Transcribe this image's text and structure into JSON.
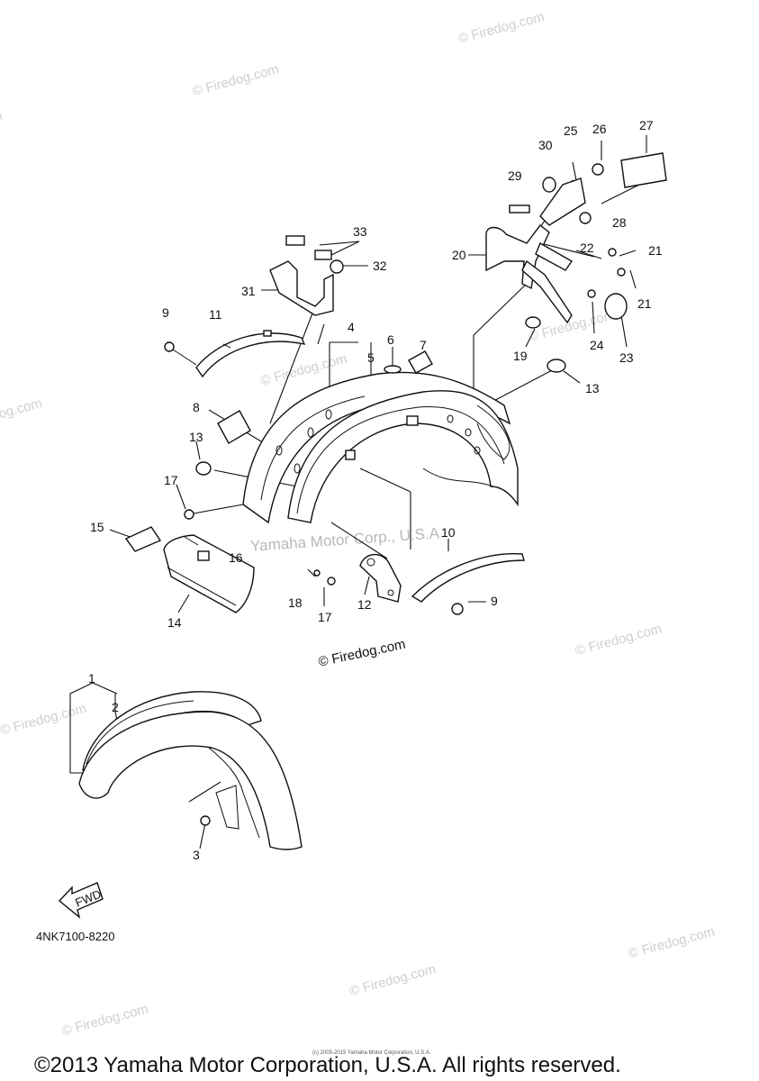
{
  "watermark": {
    "text": "© Firedog.com",
    "center_text": "Yamaha Motor Corp., U.S.A."
  },
  "diagram_brand": "© Firedog.com",
  "part_code": "4NK7100-8220",
  "fwd_label": "FWD",
  "callouts": [
    "1",
    "2",
    "3",
    "4",
    "5",
    "6",
    "7",
    "8",
    "9",
    "10",
    "11",
    "12",
    "13",
    "14",
    "15",
    "16",
    "17",
    "18",
    "19",
    "20",
    "21",
    "22",
    "23",
    "24",
    "25",
    "26",
    "27",
    "28",
    "29",
    "30",
    "31",
    "32",
    "33"
  ],
  "tiny_copyright": "(c) 2005-2015 Yamaha Motor Corporation, U.S.A.",
  "footer_copyright": "©2013 Yamaha Motor Corporation, U.S.A. All rights reserved."
}
